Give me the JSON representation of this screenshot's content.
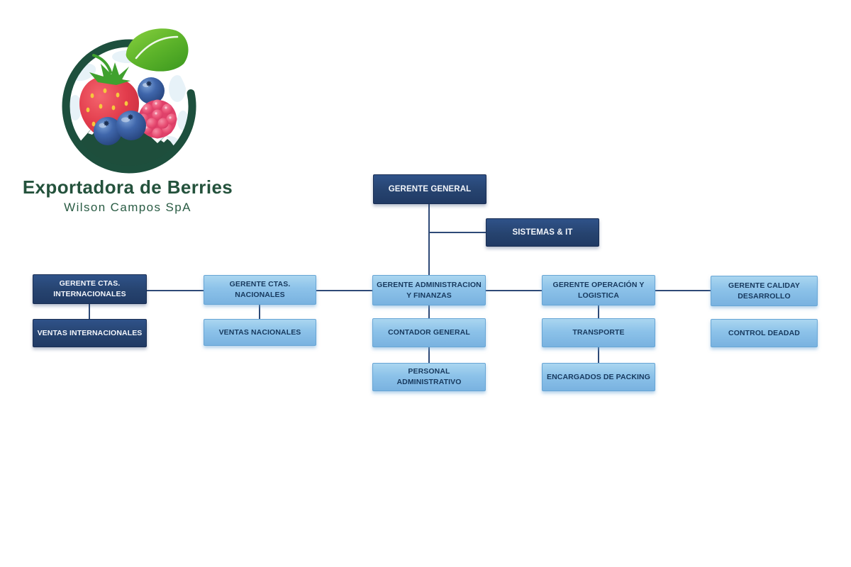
{
  "brand": {
    "title": "Exportadora de Berries",
    "subtitle": "Wilson Campos SpA"
  },
  "logo": {
    "icons": [
      "ring",
      "leaf",
      "strawberry",
      "blueberries",
      "raspberry",
      "mountains"
    ]
  },
  "colors": {
    "navy_box": "#26436f",
    "light_blue_box": "#8cc2e9",
    "light_box_text": "#17395e",
    "dark_box_text": "#f3f6fb",
    "connector": "#2e4a77",
    "brand_green": "#24523c",
    "ring_green": "#1d4f3d",
    "leaf_green": "#5bb52e",
    "background": "#ffffff"
  },
  "org": {
    "root": "GERENTE GENERAL",
    "staff": "SISTEMAS & IT",
    "columns": [
      {
        "head": "GERENTE CTAS. INTERNACIONALES",
        "children": [
          "VENTAS INTERNACIONALES"
        ]
      },
      {
        "head": "GERENTE CTAS. NACIONALES",
        "children": [
          "VENTAS NACIONALES"
        ]
      },
      {
        "head": "GERENTE ADMINISTRACION Y FINANZAS",
        "children": [
          "CONTADOR GENERAL",
          "PERSONAL ADMINISTRATIVO"
        ]
      },
      {
        "head": "GERENTE OPERACIÓN Y LOGISTICA",
        "children": [
          "TRANSPORTE",
          "ENCARGADOS DE PACKING"
        ]
      },
      {
        "head": "GERENTE CALIDAY DESARROLLO",
        "children": [
          "CONTROL DEADAD"
        ]
      }
    ]
  }
}
